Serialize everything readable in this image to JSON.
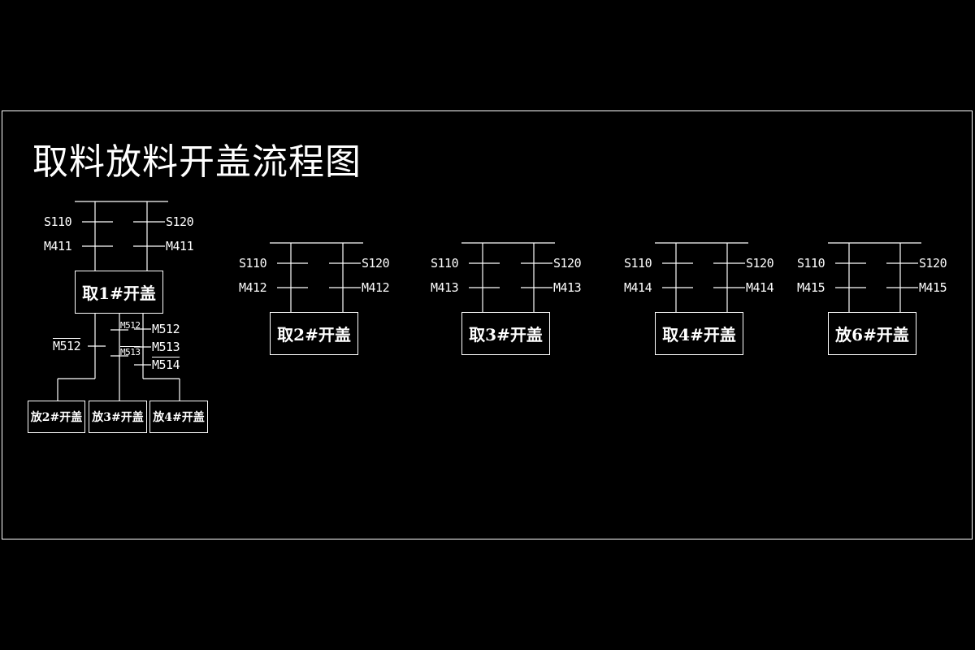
{
  "title": "取料放料开盖流程图",
  "colors": {
    "background": "#000000",
    "line": "#ffffff",
    "text": "#ffffff"
  },
  "group1": {
    "left_contacts": [
      "S110",
      "M411"
    ],
    "right_contacts": [
      "S120",
      "M411"
    ],
    "step": "取1#开盖",
    "branch": {
      "left_condition": "M512",
      "left_condition_negated": true,
      "middle_conditions": [
        "M512",
        "M513"
      ],
      "right_conditions": [
        "M512",
        "M513",
        "M514"
      ],
      "right_negated": [
        false,
        false,
        true
      ]
    },
    "sub_steps": [
      "放2#开盖",
      "放3#开盖",
      "放4#开盖"
    ]
  },
  "groups": [
    {
      "left_contacts": [
        "S110",
        "M412"
      ],
      "right_contacts": [
        "S120",
        "M412"
      ],
      "step": "取2#开盖"
    },
    {
      "left_contacts": [
        "S110",
        "M413"
      ],
      "right_contacts": [
        "S120",
        "M413"
      ],
      "step": "取3#开盖"
    },
    {
      "left_contacts": [
        "S110",
        "M414"
      ],
      "right_contacts": [
        "S120",
        "M414"
      ],
      "step": "取4#开盖"
    },
    {
      "left_contacts": [
        "S110",
        "M415"
      ],
      "right_contacts": [
        "S120",
        "M415"
      ],
      "step": "放6#开盖"
    }
  ]
}
